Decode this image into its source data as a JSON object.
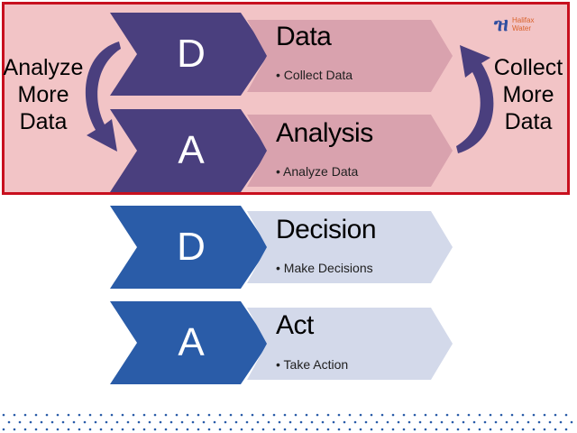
{
  "steps": [
    {
      "letter": "D",
      "title": "Data",
      "bullet": "Collect Data"
    },
    {
      "letter": "A",
      "title": "Analysis",
      "bullet": "Analyze Data"
    },
    {
      "letter": "D",
      "title": "Decision",
      "bullet": "Make Decisions"
    },
    {
      "letter": "A",
      "title": "Act",
      "bullet": "Take Action"
    }
  ],
  "left_loop": {
    "line1": "Analyze",
    "line2": "More",
    "line3": "Data"
  },
  "right_loop": {
    "line1": "Collect",
    "line2": "More",
    "line3": "Data"
  },
  "brand": {
    "name_line1": "Halifax",
    "name_line2": "Water",
    "color": "#2f4ea0",
    "accent": "#d9622b"
  },
  "colors": {
    "highlight_fill": "#f2c4c6",
    "highlight_border": "#c8101e",
    "chevron_top": "#4a3f7e",
    "chevron_bottom": "#2a5ca8",
    "band_top": "#d9a2ae",
    "band_bottom": "#d3d9ea",
    "arrow": "#4a3f7e",
    "dots": "#2a5ca8"
  }
}
